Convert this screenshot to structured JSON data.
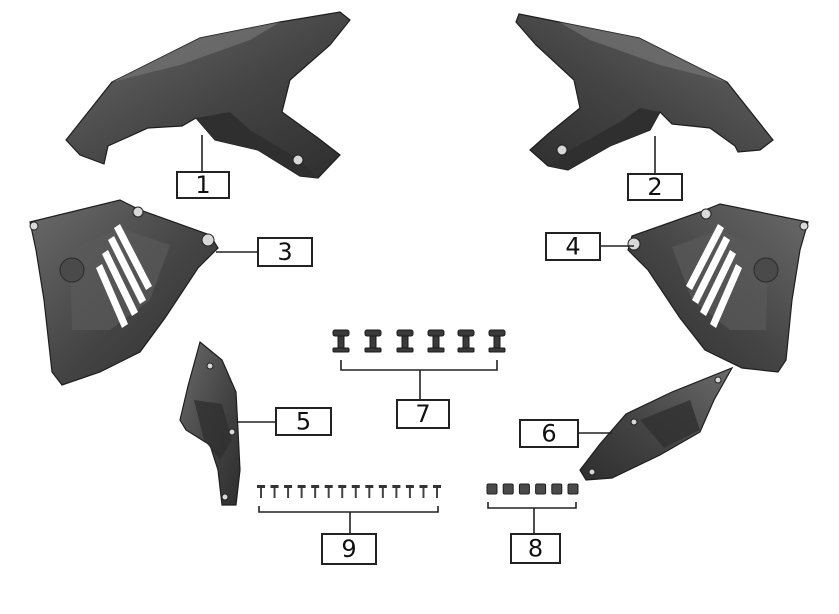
{
  "diagram": {
    "labels": [
      "1",
      "2",
      "3",
      "4",
      "5",
      "6",
      "7",
      "8",
      "9"
    ],
    "colors": {
      "part_dark": "#3f3f3f",
      "part_mid": "#565656",
      "part_light": "#747474",
      "line": "#222222",
      "background": "#ffffff"
    }
  }
}
